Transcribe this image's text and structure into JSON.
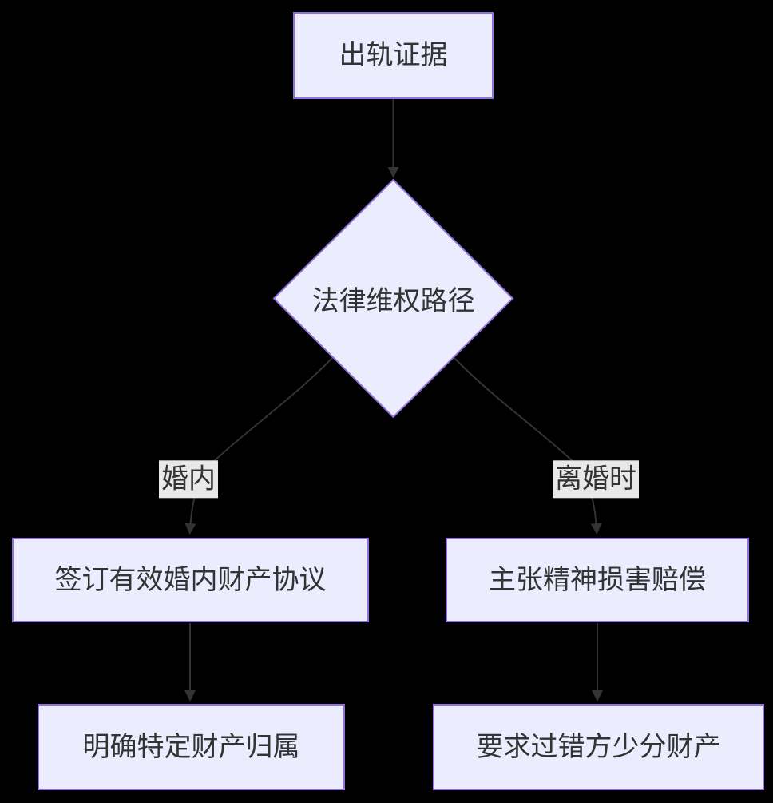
{
  "diagram": {
    "type": "flowchart",
    "direction": "top-down",
    "nodes": {
      "evidence": {
        "id": "evidence",
        "shape": "rect",
        "label": "出轨证据"
      },
      "decision": {
        "id": "decision",
        "shape": "diamond",
        "label": "法律维权路径"
      },
      "agreement": {
        "id": "agreement",
        "shape": "rect",
        "label": "签订有效婚内财产协议"
      },
      "compensation": {
        "id": "compensation",
        "shape": "rect",
        "label": "主张精神损害赔偿"
      },
      "ownership": {
        "id": "ownership",
        "shape": "rect",
        "label": "明确特定财产归属"
      },
      "less_share": {
        "id": "less_share",
        "shape": "rect",
        "label": "要求过错方少分财产"
      }
    },
    "edges": [
      {
        "from": "evidence",
        "to": "decision",
        "label": ""
      },
      {
        "from": "decision",
        "to": "agreement",
        "label": "婚内"
      },
      {
        "from": "decision",
        "to": "compensation",
        "label": "离婚时"
      },
      {
        "from": "agreement",
        "to": "ownership",
        "label": ""
      },
      {
        "from": "compensation",
        "to": "less_share",
        "label": ""
      }
    ]
  },
  "colors": {
    "background": "#000000",
    "node_fill": "#ECECFF",
    "node_border": "#9370DB",
    "text": "#333333",
    "edge": "#333333",
    "edge_label_bg": "#e8e8e8"
  }
}
